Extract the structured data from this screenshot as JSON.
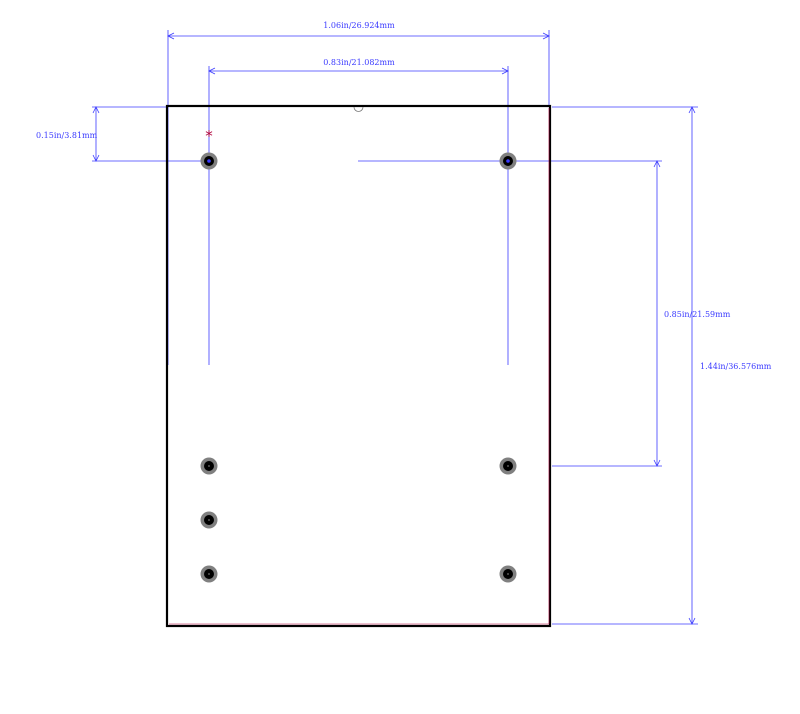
{
  "dimensions": {
    "overall_width": "1.06in/26.924mm",
    "pad_span_width": "0.83in/21.082mm",
    "top_offset": "0.15in/3.81mm",
    "pad_span_height": "0.85in/21.59mm",
    "overall_height": "1.44in/36.576mm"
  },
  "pin1_marker": "*",
  "colors": {
    "dimension_line": "#3b3bff",
    "outline": "#000000",
    "pad_ring": "#808080",
    "pad_hole": "#000000",
    "pin1_marker": "#b0003a"
  },
  "pad_count": 7
}
